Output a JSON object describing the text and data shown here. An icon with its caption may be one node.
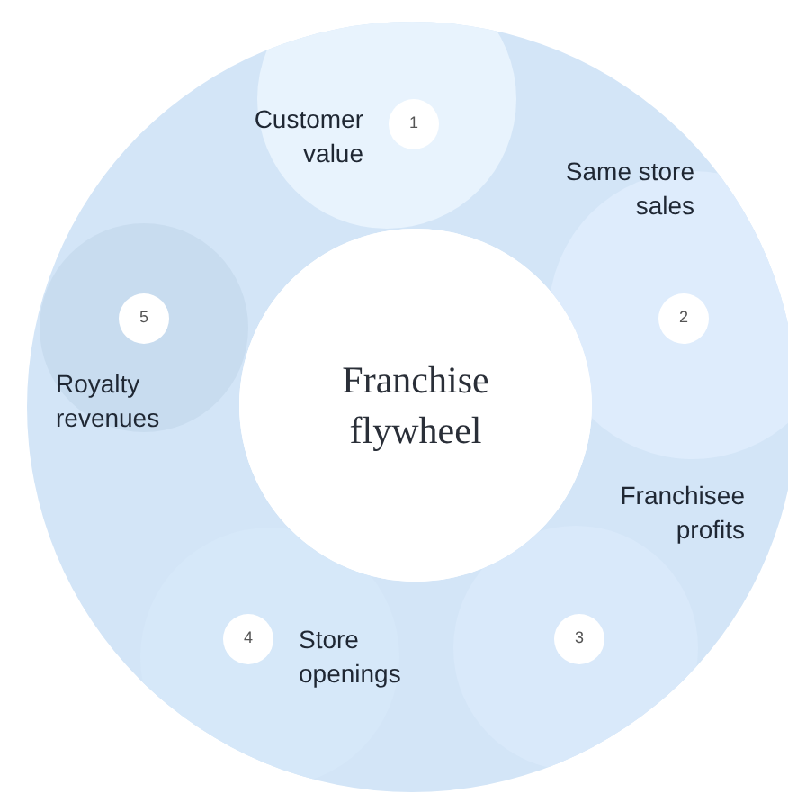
{
  "diagram": {
    "nodes": [
      {
        "text": [
          "Franchise flywheel"
        ]
      },
      {
        "text": [
          "1"
        ]
      },
      {
        "text": [
          "2"
        ]
      },
      {
        "text": [
          "3"
        ]
      },
      {
        "text": [
          "4"
        ]
      },
      {
        "text": [
          "5"
        ]
      }
    ],
    "labels": [
      "Customer value",
      "Same store sales",
      "Royalty revenues",
      "Franchisee profits",
      "Store openings"
    ]
  }
}
